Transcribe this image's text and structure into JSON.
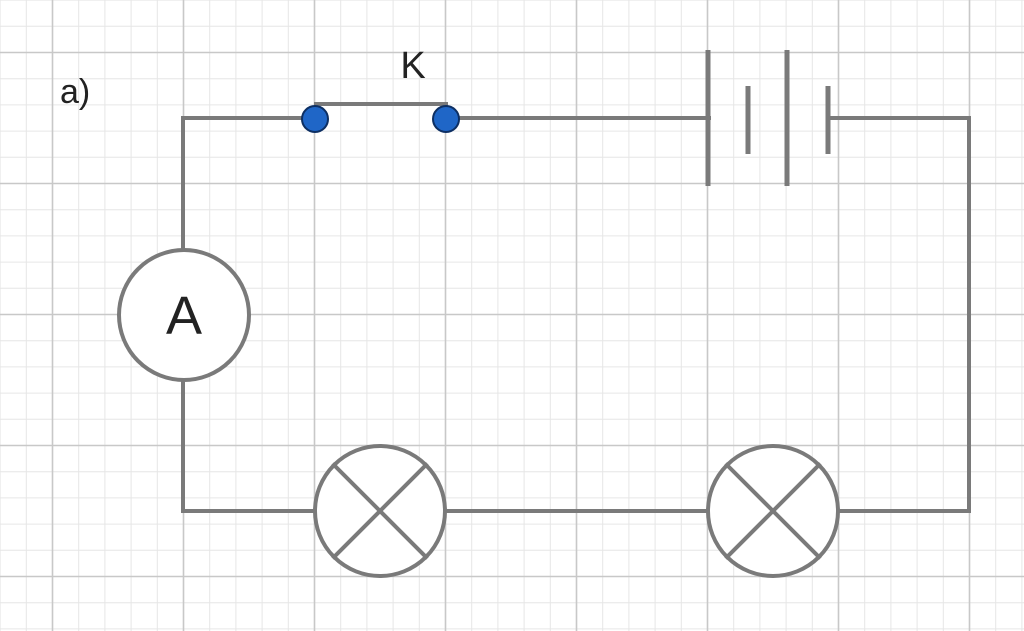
{
  "diagram": {
    "part_label": "a)",
    "switch_label": "K",
    "ammeter_label": "A"
  },
  "colors": {
    "wire": "#7a7a7a",
    "switch_terminal": "#1f66c7",
    "grid_major": "#c8c8c8",
    "grid_minor": "#e6e6e6"
  }
}
